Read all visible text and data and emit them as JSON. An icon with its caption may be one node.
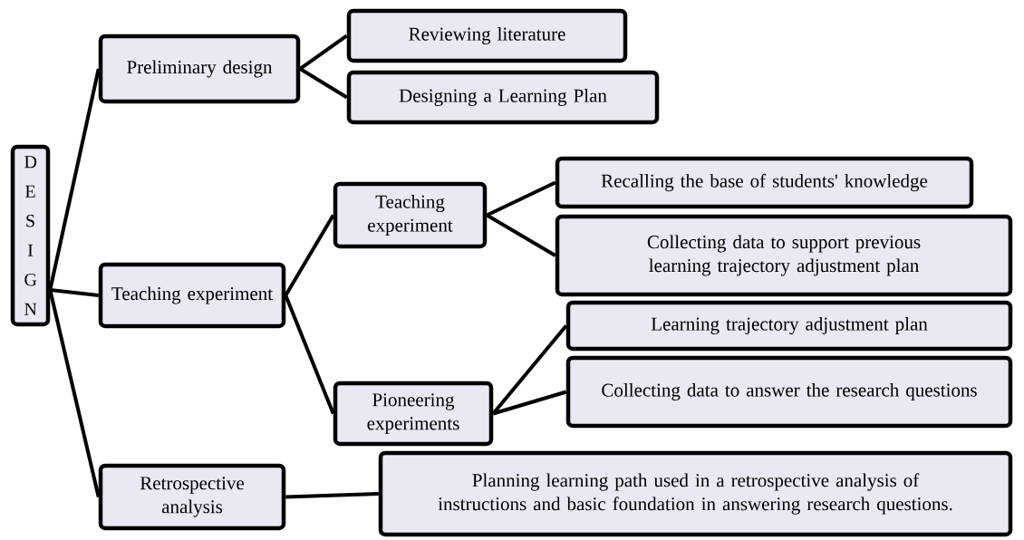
{
  "diagram": {
    "nodes": [
      {
        "text": [
          "D E S I G N"
        ]
      },
      {
        "text": [
          "Preliminary design"
        ]
      },
      {
        "text": [
          "Reviewing literature"
        ]
      },
      {
        "text": [
          "Designing a Learning Plan"
        ]
      },
      {
        "text": [
          "Teaching experiment"
        ]
      },
      {
        "text": [
          "Teaching experiment"
        ]
      },
      {
        "text": [
          "Recalling the  base of students' knowledge"
        ]
      },
      {
        "text": [
          "Collecting data to support previous learning trajectory adjustment plan"
        ]
      },
      {
        "text": [
          "Pioneering experiments"
        ]
      },
      {
        "text": [
          "Learning trajectory adjustment plan"
        ]
      },
      {
        "text": [
          "Collecting data to answer the research questions"
        ]
      },
      {
        "text": [
          "Retrospective analysis"
        ]
      },
      {
        "text": [
          "Planning learning path used in a retrospective analysis of instructions and basic foundation in answering research questions."
        ]
      }
    ],
    "edges": [
      {
        "from": 0,
        "to": 1,
        "arrow": "none"
      },
      {
        "from": 0,
        "to": 4,
        "arrow": "none"
      },
      {
        "from": 0,
        "to": 11,
        "arrow": "none"
      },
      {
        "from": 1,
        "to": 2,
        "arrow": "none"
      },
      {
        "from": 1,
        "to": 3,
        "arrow": "none"
      },
      {
        "from": 4,
        "to": 5,
        "arrow": "none"
      },
      {
        "from": 4,
        "to": 8,
        "arrow": "none"
      },
      {
        "from": 5,
        "to": 6,
        "arrow": "none"
      },
      {
        "from": 5,
        "to": 7,
        "arrow": "none"
      },
      {
        "from": 8,
        "to": 9,
        "arrow": "none"
      },
      {
        "from": 8,
        "to": 10,
        "arrow": "none"
      },
      {
        "from": 11,
        "to": 12,
        "arrow": "none"
      }
    ]
  }
}
